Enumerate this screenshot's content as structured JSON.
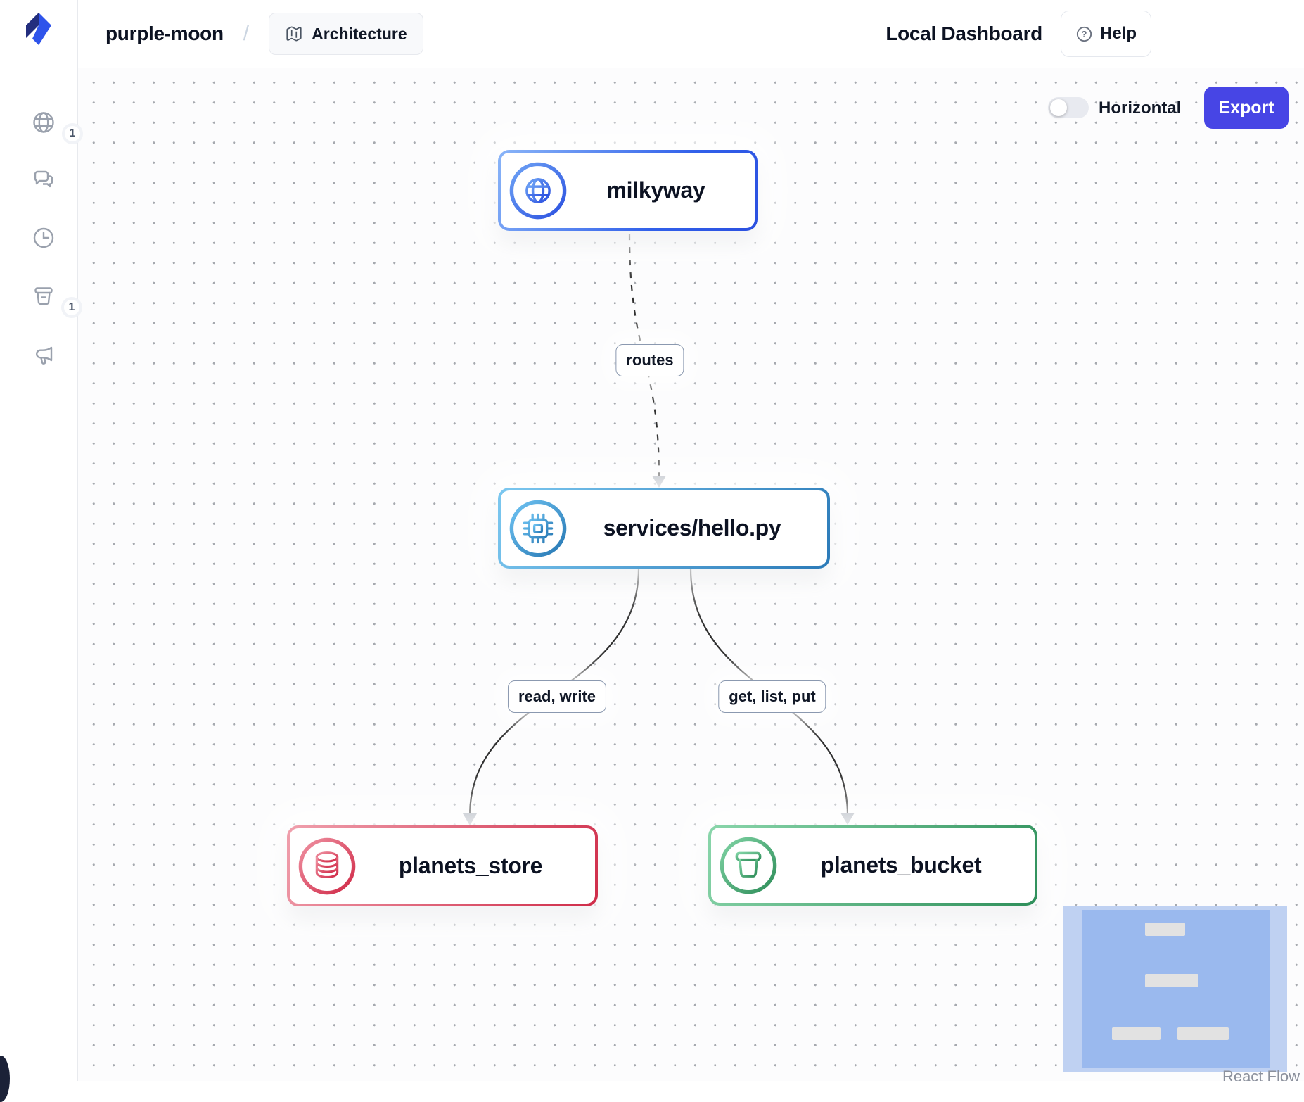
{
  "header": {
    "project_name": "purple-moon",
    "breadcrumb_separator": "/",
    "view_label": "Architecture",
    "dashboard_label": "Local Dashboard",
    "help_label": "Help"
  },
  "sidebar": {
    "items": [
      {
        "icon": "globe-icon",
        "badge": "1"
      },
      {
        "icon": "chat-bubbles-icon",
        "badge": ""
      },
      {
        "icon": "clock-icon",
        "badge": ""
      },
      {
        "icon": "bucket-icon",
        "badge": "1"
      },
      {
        "icon": "megaphone-icon",
        "badge": ""
      }
    ]
  },
  "canvas": {
    "controls": {
      "horizontal_label": "Horizontal",
      "toggle_state": "off",
      "export_label": "Export",
      "export_color": "#4745e5"
    },
    "nodes": [
      {
        "label": "milkyway",
        "icon": "globe-icon",
        "accent_from": "#8ab5f8",
        "accent_to": "#2b50e0"
      },
      {
        "label": "services/hello.py",
        "icon": "chip-icon",
        "accent_from": "#7cc8f0",
        "accent_to": "#2b7ab8"
      },
      {
        "label": "planets_store",
        "icon": "database-icon",
        "accent_from": "#f0a0ad",
        "accent_to": "#cf2c49"
      },
      {
        "label": "planets_bucket",
        "icon": "bucket-icon",
        "accent_from": "#8ad6ab",
        "accent_to": "#2e8f5a"
      }
    ],
    "edges": [
      {
        "from": "milkyway",
        "to": "services/hello.py",
        "label": "routes",
        "style": "dashed"
      },
      {
        "from": "services/hello.py",
        "to": "planets_store",
        "label": "read, write",
        "style": "solid"
      },
      {
        "from": "services/hello.py",
        "to": "planets_bucket",
        "label": "get, list, put",
        "style": "solid"
      }
    ],
    "attribution": "React Flow"
  }
}
